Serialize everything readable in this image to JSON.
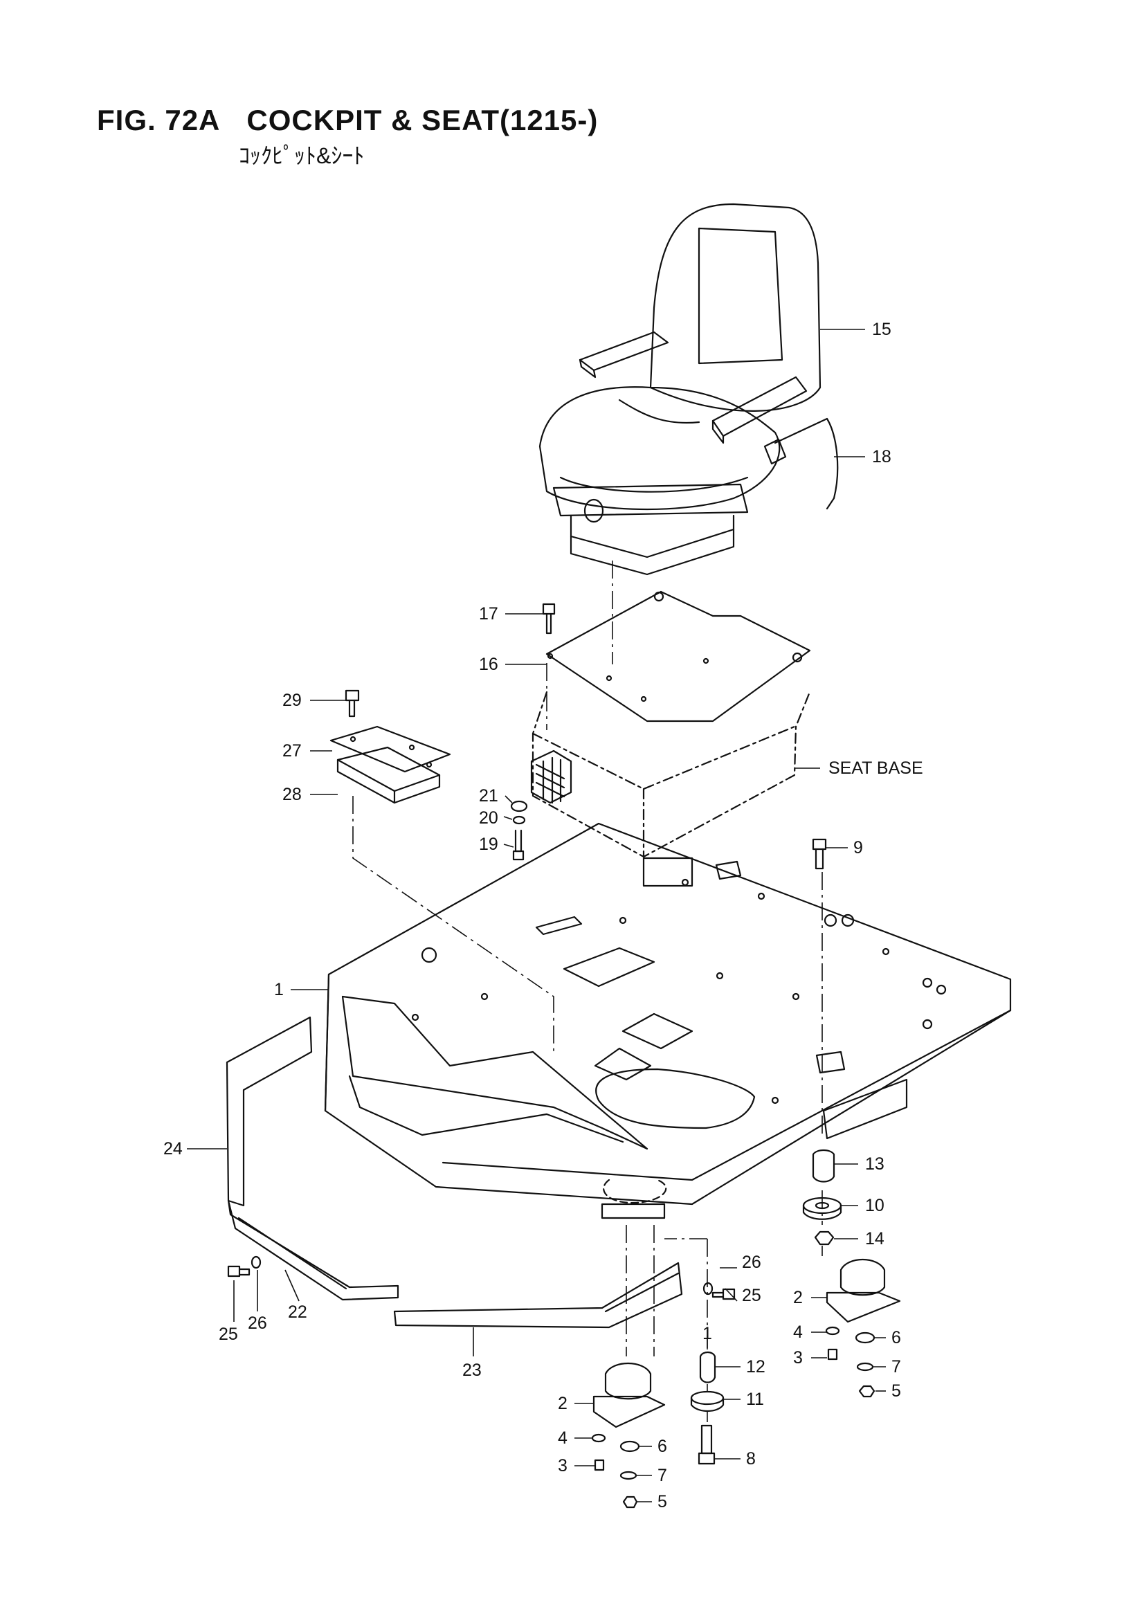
{
  "figure": {
    "number": "FIG. 72A",
    "title": "COCKPIT & SEAT(1215-)",
    "subtitle_jp": "ｺｯｸﾋﾟｯﾄ&ｼｰﾄ"
  },
  "callouts": {
    "c1a": "1",
    "c1b": "1",
    "c2a": "2",
    "c2b": "2",
    "c3a": "3",
    "c3b": "3",
    "c4a": "4",
    "c4b": "4",
    "c5a": "5",
    "c5b": "5",
    "c6a": "6",
    "c6b": "6",
    "c7a": "7",
    "c7b": "7",
    "c8": "8",
    "c9": "9",
    "c10": "10",
    "c11": "11",
    "c12": "12",
    "c13": "13",
    "c14": "14",
    "c15": "15",
    "c16": "16",
    "c17": "17",
    "c18": "18",
    "c19": "19",
    "c20": "20",
    "c21": "21",
    "c22": "22",
    "c23": "23",
    "c24": "24",
    "c25a": "25",
    "c25b": "25",
    "c26a": "26",
    "c26b": "26",
    "c27": "27",
    "c28": "28",
    "c29": "29",
    "seat_base": "SEAT BASE"
  }
}
